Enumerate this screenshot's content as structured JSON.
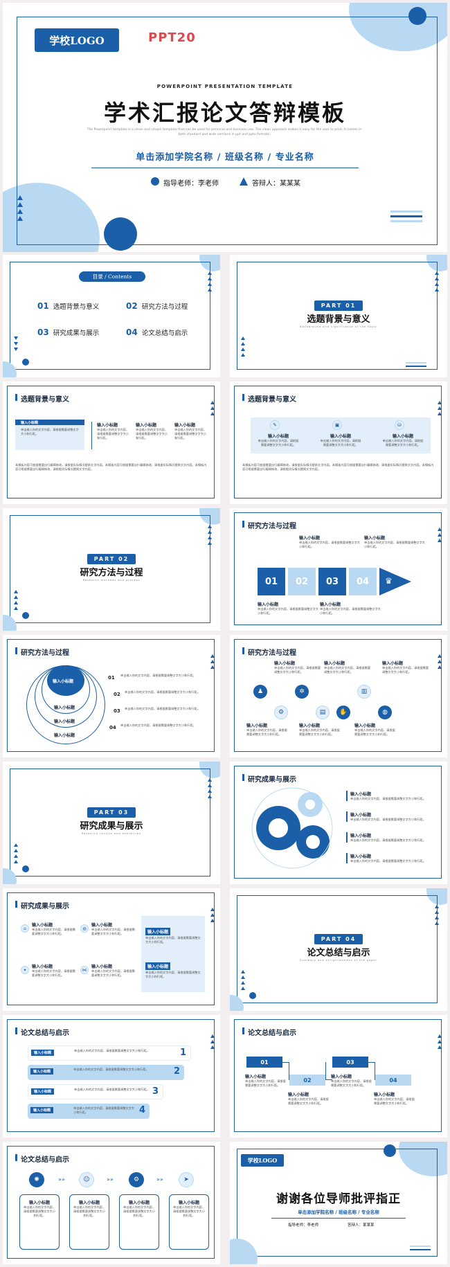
{
  "cover": {
    "logo": "学校LOGO",
    "brand": "PPT20",
    "template_label": "POWERPOINT PRESENTATION TEMPLATE",
    "title": "学术汇报论文答辩模板",
    "desc": "The Powerpoint template is a clean and simple template that can be used for personal and business use. The clean approach makes it easy for the user to print. It comes in both standard and wide versions in ppt and pptx formats.",
    "subtitle": "单击添加学院名称 / 班级名称 / 专业名称",
    "advisor": "指导老师：李老师",
    "defender": "答辩人：某某某"
  },
  "contents": {
    "header": "目录 / Contents",
    "items": [
      {
        "num": "01",
        "label": "选题背景与意义"
      },
      {
        "num": "02",
        "label": "研究方法与过程"
      },
      {
        "num": "03",
        "label": "研究成果与展示"
      },
      {
        "num": "04",
        "label": "论文总结与启示"
      }
    ]
  },
  "parts": [
    {
      "badge": "PART 01",
      "title": "选题背景与意义",
      "sub": "Background and significance of the topic"
    },
    {
      "badge": "PART 02",
      "title": "研究方法与过程",
      "sub": "Research methods and process"
    },
    {
      "badge": "PART 03",
      "title": "研究成果与展示",
      "sub": "Research results and exhibition"
    },
    {
      "badge": "PART 04",
      "title": "论文总结与启示",
      "sub": "Summary and enlightenment of the paper"
    }
  ],
  "section_titles": {
    "s1": "选题背景与意义",
    "s2": "研究方法与过程",
    "s3": "研究成果与展示",
    "s4": "论文总结与启示"
  },
  "common": {
    "heading": "输入小标题",
    "body_short": "单击输入你的文字内容，请根据需要调整文字大小和行距。",
    "body_long": "本模板内容可根据需要自行编辑修改，请根据实际情况替换文字内容。本模板内容可根据需要自行编辑修改，请根据实际情况替换文字内容。本模板内容可根据需要自行编辑修改，请根据实际情况替换文字内容。"
  },
  "steps": [
    "01",
    "02",
    "03",
    "04"
  ],
  "nums_1to4": [
    "1",
    "2",
    "3",
    "4"
  ],
  "timeline": [
    "01",
    "02",
    "03",
    "04"
  ],
  "thanks": {
    "logo": "学校LOGO",
    "title": "谢谢各位导师批评指正",
    "subtitle": "单击添加学院名称 / 班级名称 / 专业名称",
    "advisor": "指导老师：李老师",
    "defender": "答辩人：某某某"
  },
  "colors": {
    "accent": "#1b5fa8",
    "light": "#b9d9f3",
    "pale": "#e2eefa"
  }
}
